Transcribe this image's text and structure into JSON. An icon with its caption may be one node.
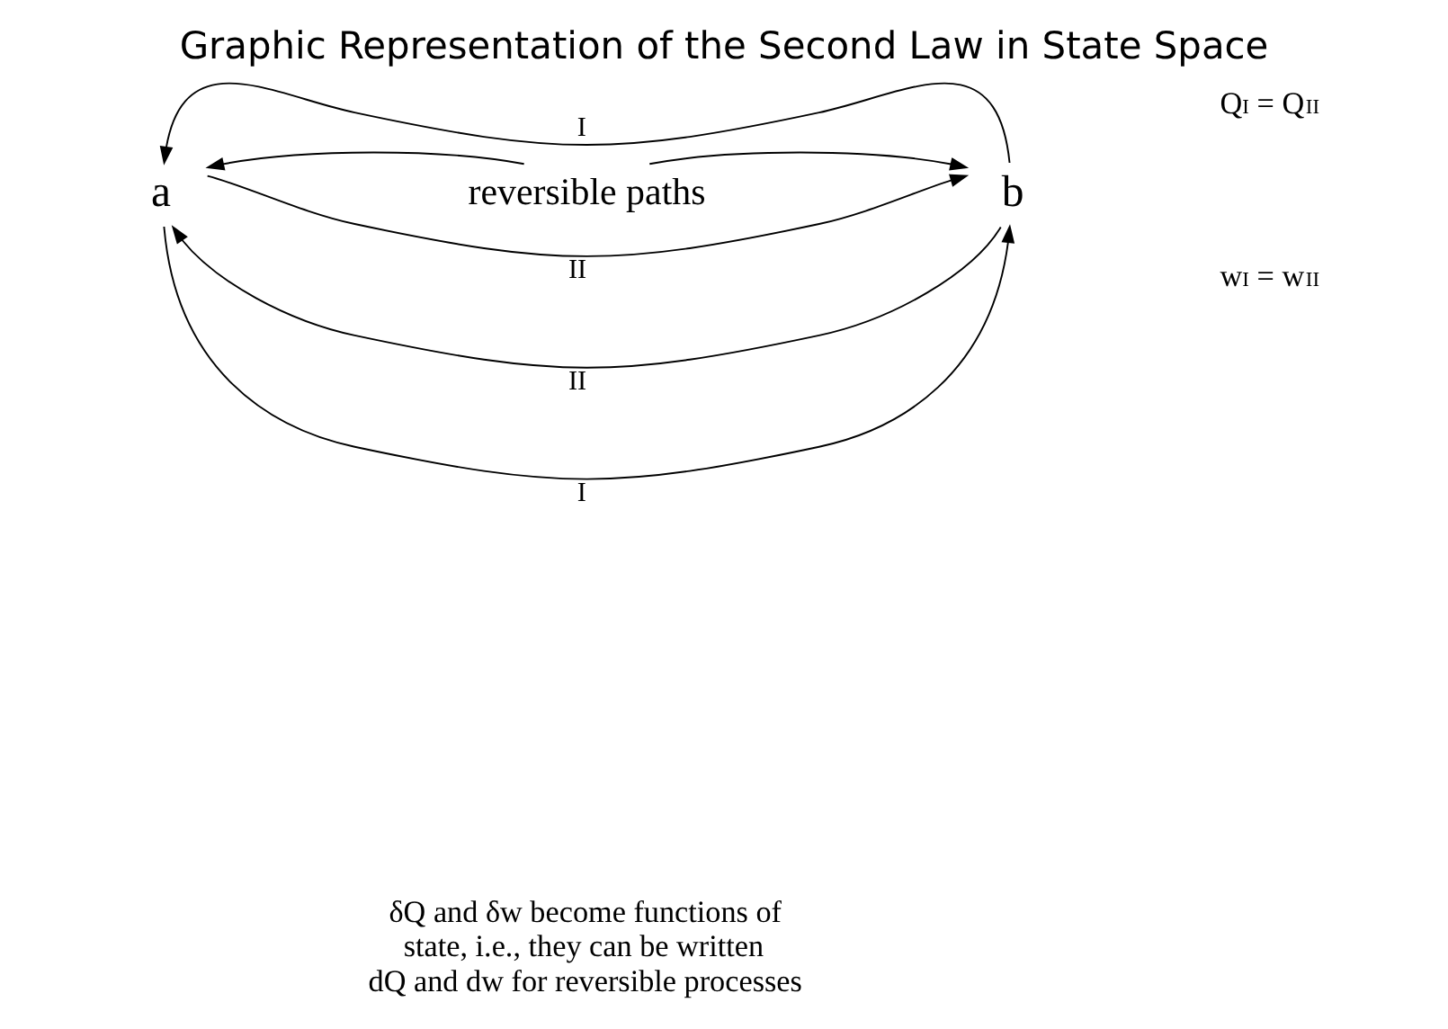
{
  "diagram": {
    "title": "Graphic Representation of the Second Law in State Space",
    "nodes": [
      {
        "text": [
          "a"
        ]
      },
      {
        "text": [
          "reversible paths"
        ]
      },
      {
        "text": [
          "b"
        ]
      }
    ],
    "edges": [
      {
        "from": 2,
        "to": 0,
        "arrow": "to",
        "label": "II"
      },
      {
        "from": 0,
        "to": 2,
        "arrow": "to",
        "label": "I"
      },
      {
        "from": 1,
        "to": 0,
        "arrow": "to"
      },
      {
        "from": 1,
        "to": 2,
        "arrow": "to"
      },
      {
        "from": 0,
        "to": 2,
        "arrow": "to",
        "label": "II"
      },
      {
        "from": 2,
        "to": 0,
        "arrow": "to",
        "label": "I"
      }
    ],
    "labels": [
      "δQ and δw become functions of state, i.e., they can be written dQ and dw for reversible processes",
      "Q$_{I}$ = Q$_{II}$",
      "w$_{I}$ = w$_{II}$"
    ]
  }
}
